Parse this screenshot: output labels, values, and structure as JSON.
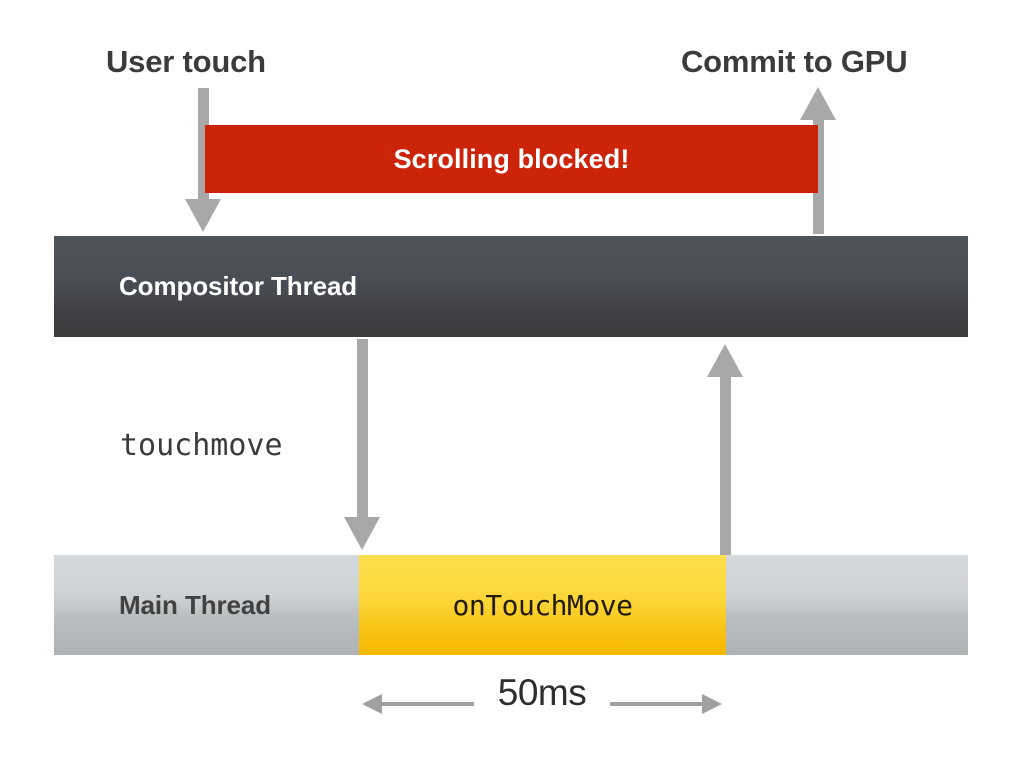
{
  "diagram": {
    "title_user_touch": "User touch",
    "title_commit_gpu": "Commit to GPU",
    "blocked_banner": {
      "label": "Scrolling blocked!",
      "color": "#cb2409",
      "text_color": "#ffffff"
    },
    "compositor_thread": {
      "label": "Compositor Thread",
      "color_top": "#50545d",
      "color_bottom": "#3c3c3c",
      "text_color": "#ffffff"
    },
    "event_label": "touchmove",
    "main_thread": {
      "label": "Main Thread",
      "color_top": "#d6d9db",
      "color_bottom": "#adb2b4",
      "text_color": "#414141"
    },
    "handler_block": {
      "label": "onTouchMove",
      "color_top": "#fcdf4d",
      "color_bottom": "#f5b800",
      "text_color": "#241a08"
    },
    "duration_label": "50ms",
    "arrow_color": "#a8a8a8"
  }
}
